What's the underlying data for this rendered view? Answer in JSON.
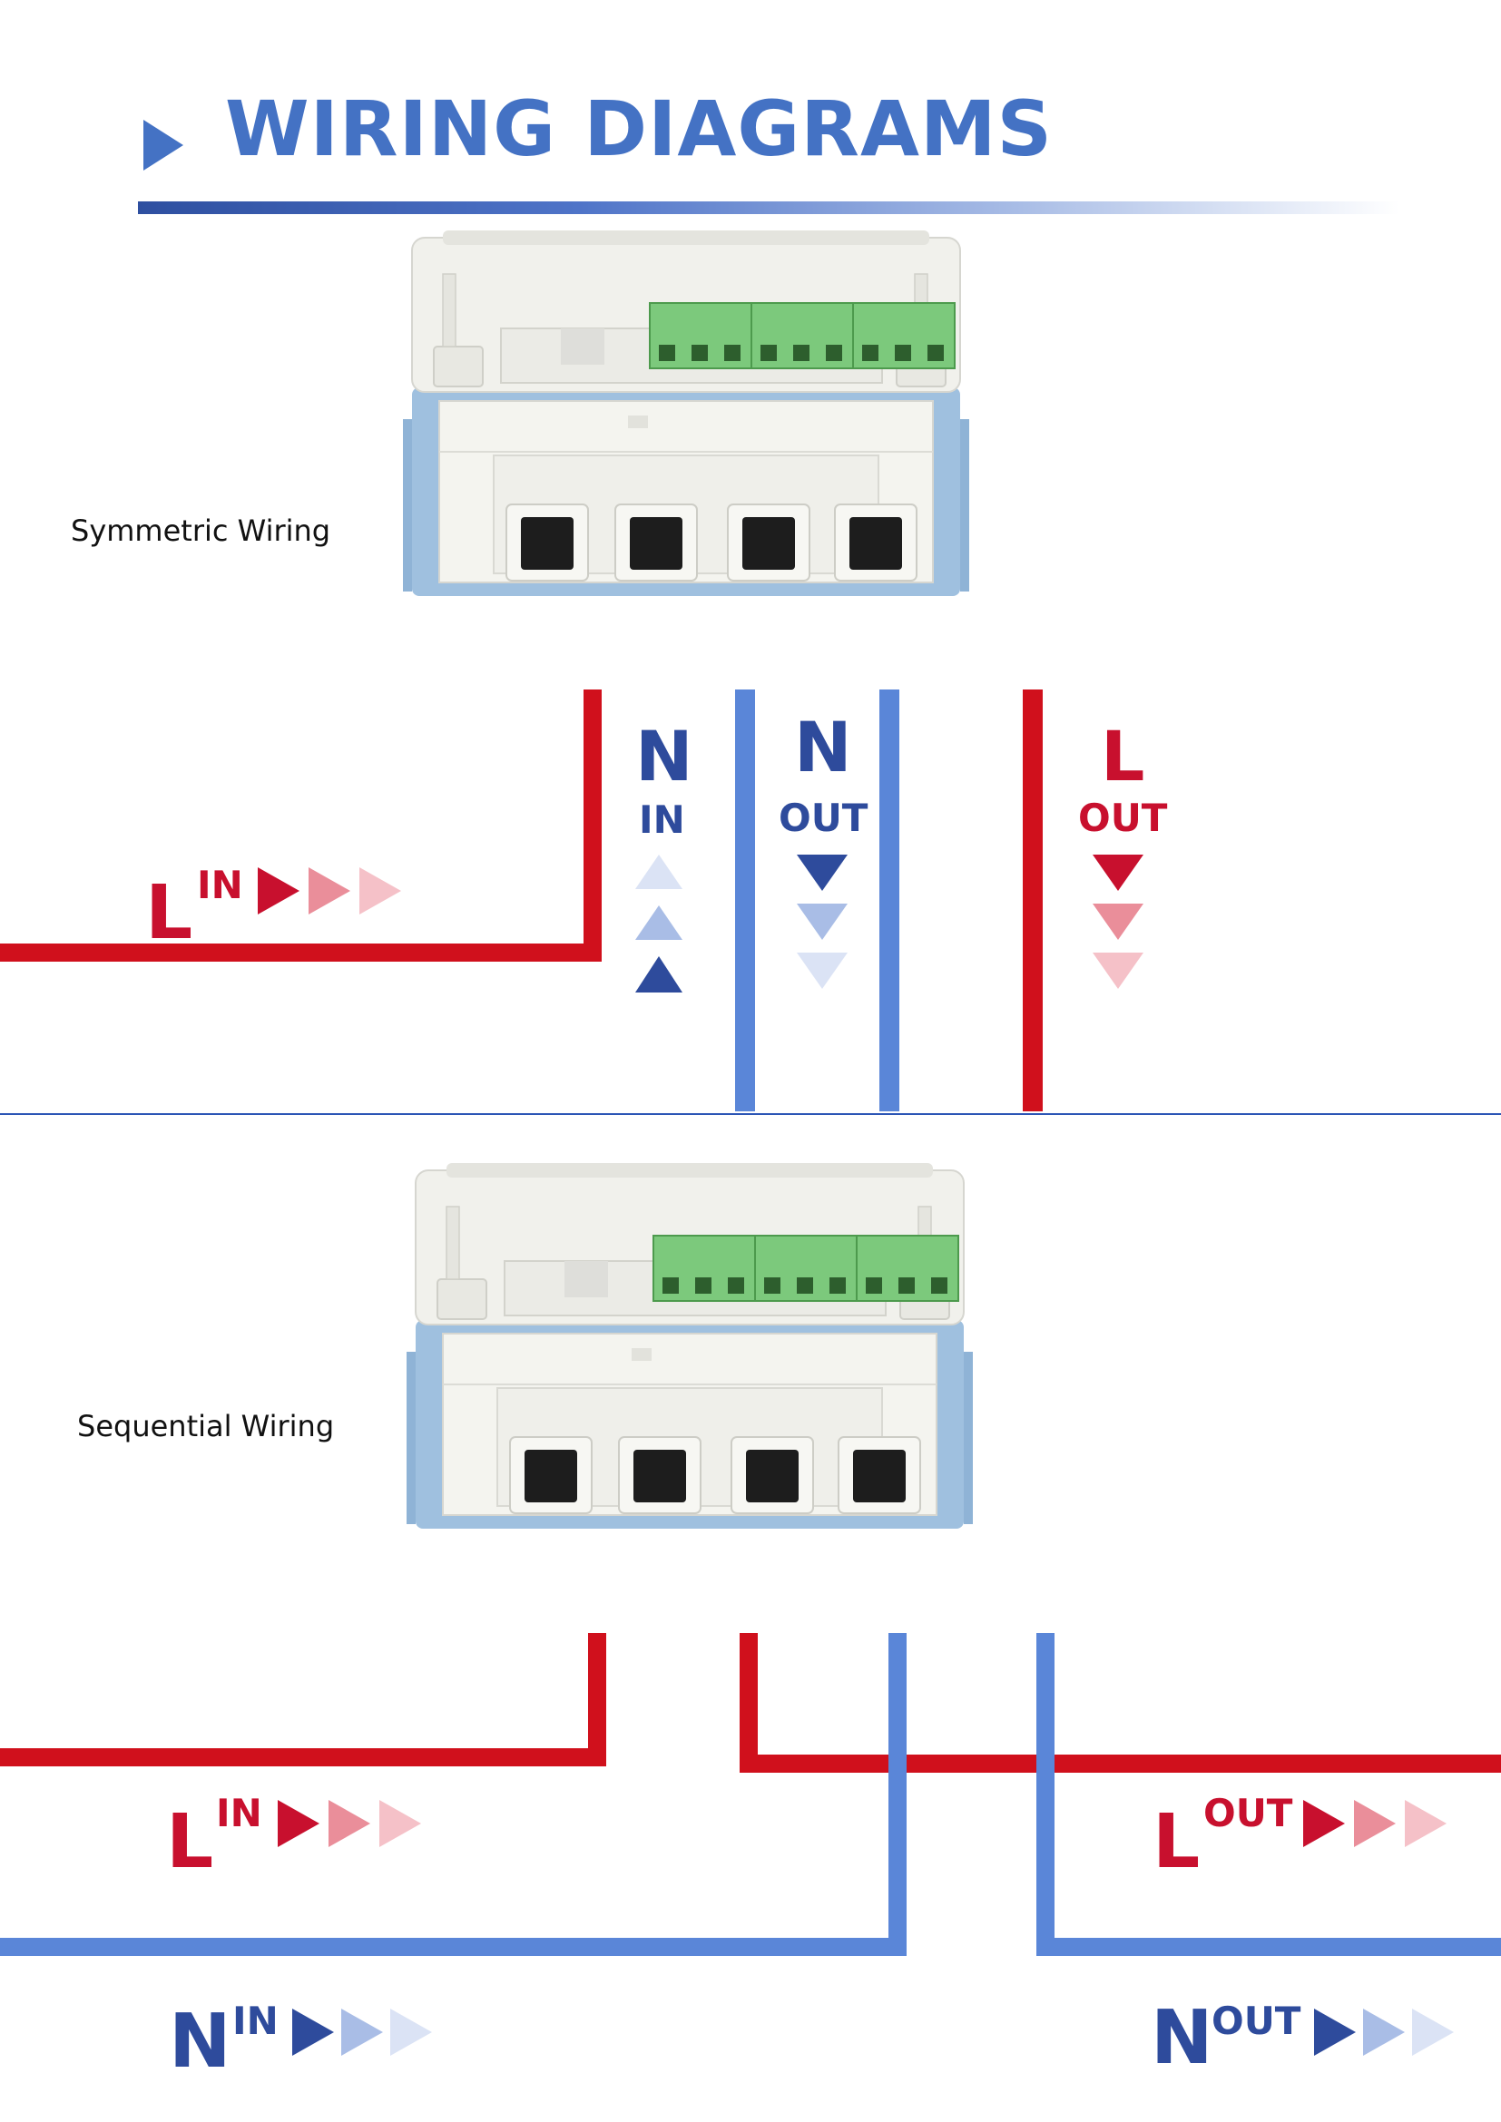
{
  "header": {
    "title": "WIRING DIAGRAMS"
  },
  "colors": {
    "accent_blue": "#4472c4",
    "live_red": "#d0101c",
    "neutral_blue": "#5a86d8",
    "label_navy": "#2e4b9c",
    "label_red": "#c8102e",
    "device_white": "#f1f1ec",
    "device_side": "#9fc0df",
    "terminal_green": "#7cc97c"
  },
  "diagrams": {
    "symmetric": {
      "caption": "Symmetric Wiring",
      "labels": {
        "n_in_letter": "N",
        "n_in_sub": "IN",
        "n_out_letter": "N",
        "n_out_sub": "OUT",
        "l_out_letter": "L",
        "l_out_sub": "OUT",
        "l_in_letter": "L",
        "l_in_sub": "IN"
      }
    },
    "sequential": {
      "caption": "Sequential Wiring",
      "labels": {
        "l_in_letter": "L",
        "l_in_sub": "IN",
        "l_out_letter": "L",
        "l_out_sub": "OUT",
        "n_in_letter": "N",
        "n_in_sub": "IN",
        "n_out_letter": "N",
        "n_out_sub": "OUT"
      }
    }
  }
}
